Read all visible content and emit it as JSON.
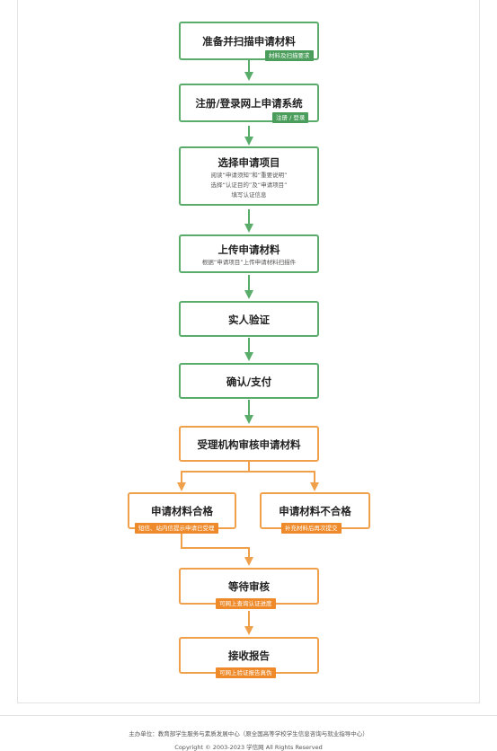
{
  "colors": {
    "green": "#5aac6a",
    "green_tag": "#4a9d5a",
    "orange": "#f0a04b",
    "orange_tag": "#ee8a2a"
  },
  "steps": {
    "s1": {
      "title": "准备并扫描申请材料",
      "tag": "材料及扫描要求"
    },
    "s2": {
      "title": "注册/登录网上申请系统",
      "tag": "注册 / 登录"
    },
    "s3": {
      "title": "选择申请项目",
      "lines": [
        "阅读“申请须知”和“重要说明”",
        "选择“认证目的”及“申请项目”",
        "填写认证信息"
      ]
    },
    "s4": {
      "title": "上传申请材料",
      "lines": [
        "根据“申请项目”上传申请材料扫描件"
      ]
    },
    "s5": {
      "title": "实人验证"
    },
    "s6": {
      "title": "确认/支付"
    },
    "s7": {
      "title": "受理机构审核申请材料"
    },
    "s8a": {
      "title": "申请材料合格",
      "tag": "短信、站内信提示申请已受理"
    },
    "s8b": {
      "title": "申请材料不合格",
      "tag": "补充材料后再次提交"
    },
    "s9": {
      "title": "等待审核",
      "tag": "可网上查询认证进度"
    },
    "s10": {
      "title": "接收报告",
      "tag": "可网上验证报告真伪"
    }
  },
  "footer": {
    "sponsor": "主办单位：教育部学生服务与素质发展中心（原全国高等学校学生信息咨询与就业指导中心）",
    "copyright": "Copyright © 2003-2023 学信网 All Rights Reserved"
  }
}
